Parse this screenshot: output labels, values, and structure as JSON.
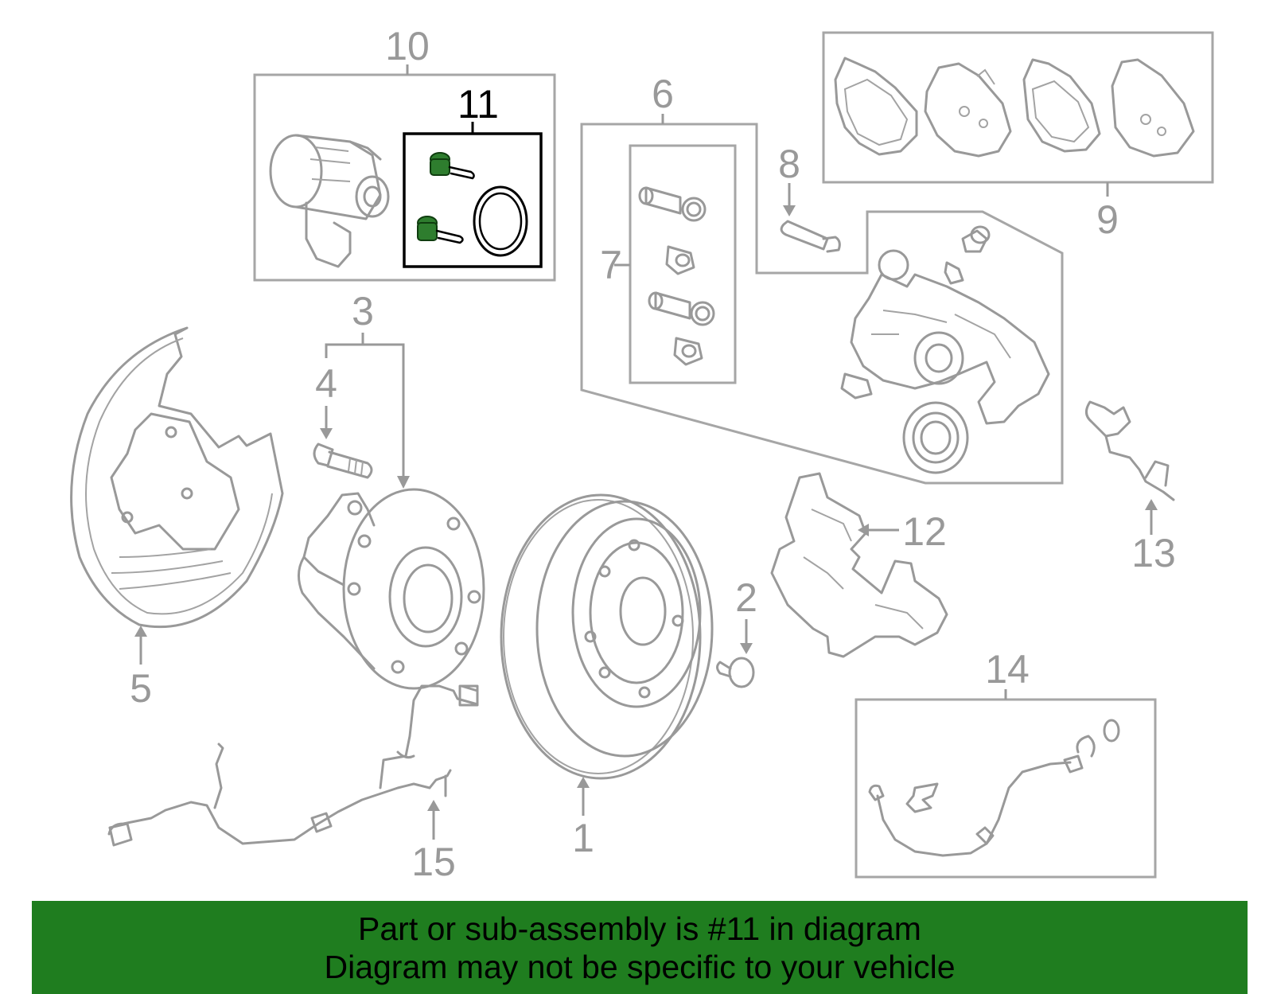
{
  "callouts": {
    "c1": "1",
    "c2": "2",
    "c3": "3",
    "c4": "4",
    "c5": "5",
    "c6": "6",
    "c7": "7",
    "c8": "8",
    "c9": "9",
    "c10": "10",
    "c11": "11",
    "c12": "12",
    "c13": "13",
    "c14": "14",
    "c15": "15"
  },
  "highlight": {
    "part_number": "11",
    "color": "#2e7d2e"
  },
  "banner": {
    "line1": "Part or sub-assembly is #11 in diagram",
    "line2": "Diagram may not be specific to your vehicle",
    "background": "#1f7d1f"
  }
}
